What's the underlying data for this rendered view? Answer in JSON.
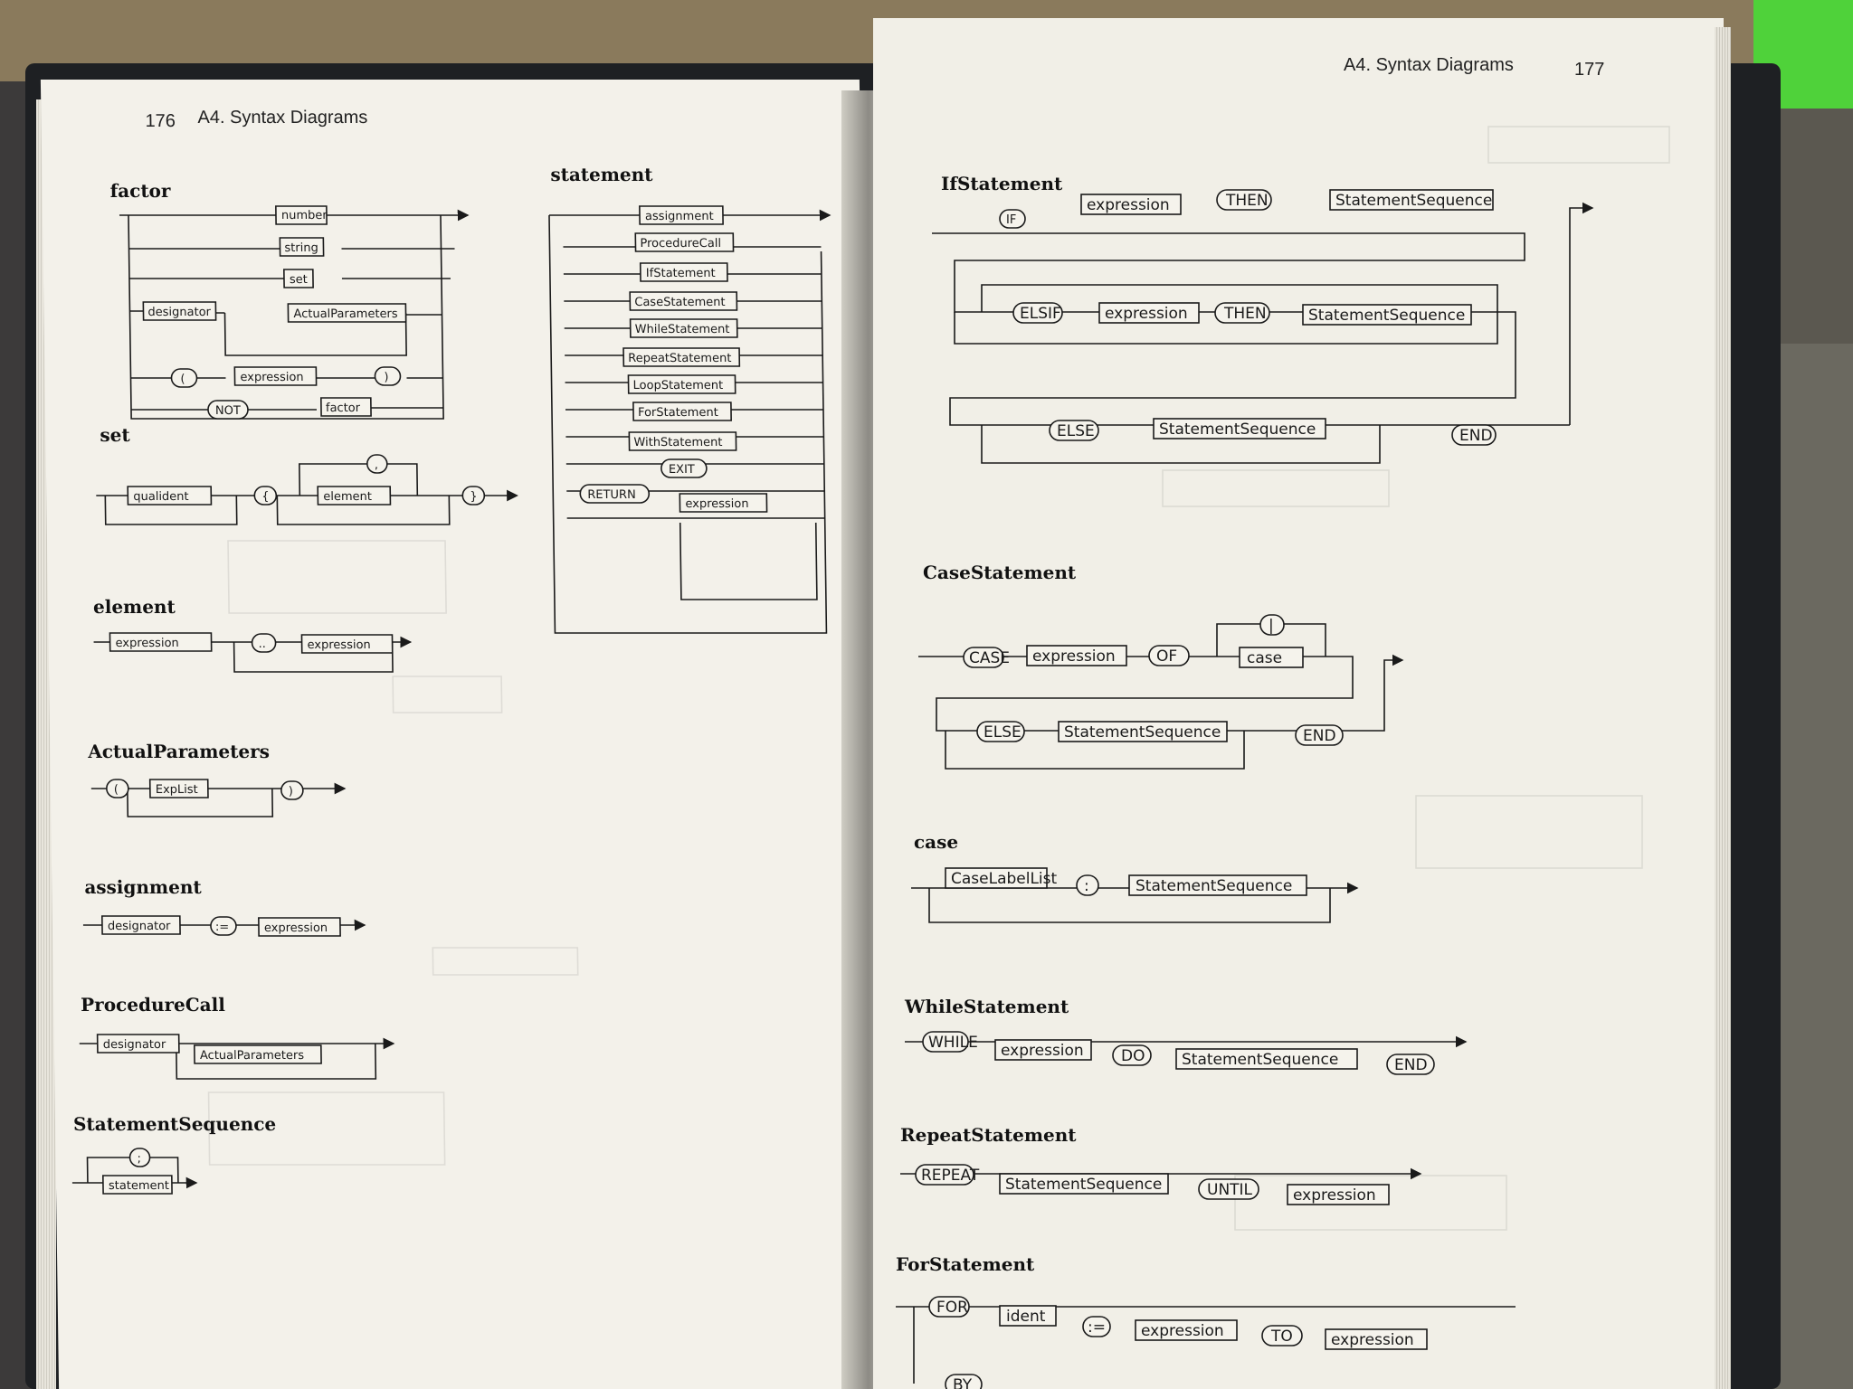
{
  "left_page": {
    "number": "176",
    "header": "A4. Syntax Diagrams",
    "diagrams": {
      "factor": {
        "title": "factor",
        "items": [
          "number",
          "string",
          "set",
          "designator",
          "ActualParameters",
          "(",
          "expression",
          ")",
          "NOT",
          "factor"
        ]
      },
      "statement": {
        "title": "statement",
        "items": [
          "assignment",
          "ProcedureCall",
          "IfStatement",
          "CaseStatement",
          "WhileStatement",
          "RepeatStatement",
          "LoopStatement",
          "ForStatement",
          "WithStatement",
          "EXIT",
          "RETURN",
          "expression"
        ]
      },
      "set": {
        "title": "set",
        "items": [
          "qualident",
          "{",
          ",",
          "element",
          "}"
        ]
      },
      "element": {
        "title": "element",
        "items": [
          "expression",
          "..",
          "expression"
        ]
      },
      "actual_parameters": {
        "title": "ActualParameters",
        "items": [
          "(",
          "ExpList",
          ")"
        ]
      },
      "assignment": {
        "title": "assignment",
        "items": [
          "designator",
          ":=",
          "expression"
        ]
      },
      "procedure_call": {
        "title": "ProcedureCall",
        "items": [
          "designator",
          "ActualParameters"
        ]
      },
      "statement_sequence": {
        "title": "StatementSequence",
        "items": [
          ";",
          "statement"
        ]
      }
    }
  },
  "right_page": {
    "number": "177",
    "header": "A4. Syntax Diagrams",
    "diagrams": {
      "if_statement": {
        "title": "IfStatement",
        "items": [
          "IF",
          "expression",
          "THEN",
          "StatementSequence",
          "ELSIF",
          "expression",
          "THEN",
          "StatementSequence",
          "ELSE",
          "StatementSequence",
          "END"
        ]
      },
      "case_statement": {
        "title": "CaseStatement",
        "items": [
          "CASE",
          "expression",
          "OF",
          "|",
          "case",
          "ELSE",
          "StatementSequence",
          "END"
        ]
      },
      "case": {
        "title": "case",
        "items": [
          "CaseLabelList",
          ":",
          "StatementSequence"
        ]
      },
      "while_statement": {
        "title": "WhileStatement",
        "items": [
          "WHILE",
          "expression",
          "DO",
          "StatementSequence",
          "END"
        ]
      },
      "repeat_statement": {
        "title": "RepeatStatement",
        "items": [
          "REPEAT",
          "StatementSequence",
          "UNTIL",
          "expression"
        ]
      },
      "for_statement": {
        "title": "ForStatement",
        "items": [
          "FOR",
          "ident",
          ":=",
          "expression",
          "TO",
          "expression",
          "BY"
        ]
      }
    }
  }
}
